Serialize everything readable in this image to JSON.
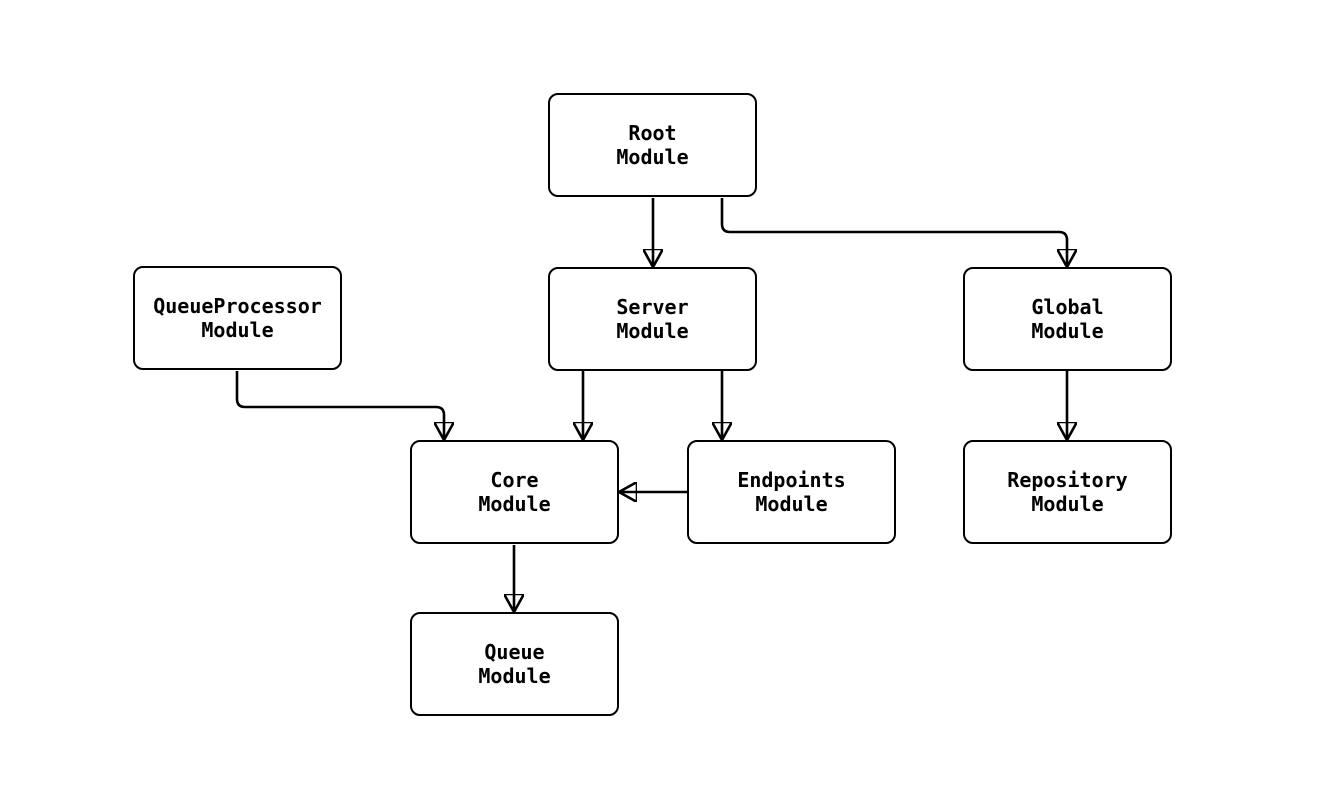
{
  "diagram": {
    "background_color": "#ffffff",
    "node_border_color": "#000000",
    "node_fill_color": "#ffffff",
    "text_color": "#000000",
    "edge_color": "#000000",
    "nodes": [
      {
        "id": "root",
        "line1": "Root",
        "line2": "Module"
      },
      {
        "id": "queueprocessor",
        "line1": "QueueProcessor",
        "line2": "Module"
      },
      {
        "id": "server",
        "line1": "Server",
        "line2": "Module"
      },
      {
        "id": "global",
        "line1": "Global",
        "line2": "Module"
      },
      {
        "id": "core",
        "line1": "Core",
        "line2": "Module"
      },
      {
        "id": "endpoints",
        "line1": "Endpoints",
        "line2": "Module"
      },
      {
        "id": "repository",
        "line1": "Repository",
        "line2": "Module"
      },
      {
        "id": "queue",
        "line1": "Queue",
        "line2": "Module"
      }
    ],
    "edges": [
      {
        "from": "root",
        "to": "server"
      },
      {
        "from": "root",
        "to": "global"
      },
      {
        "from": "queueprocessor",
        "to": "core"
      },
      {
        "from": "server",
        "to": "core"
      },
      {
        "from": "server",
        "to": "endpoints"
      },
      {
        "from": "endpoints",
        "to": "core"
      },
      {
        "from": "global",
        "to": "repository"
      },
      {
        "from": "core",
        "to": "queue"
      }
    ]
  }
}
